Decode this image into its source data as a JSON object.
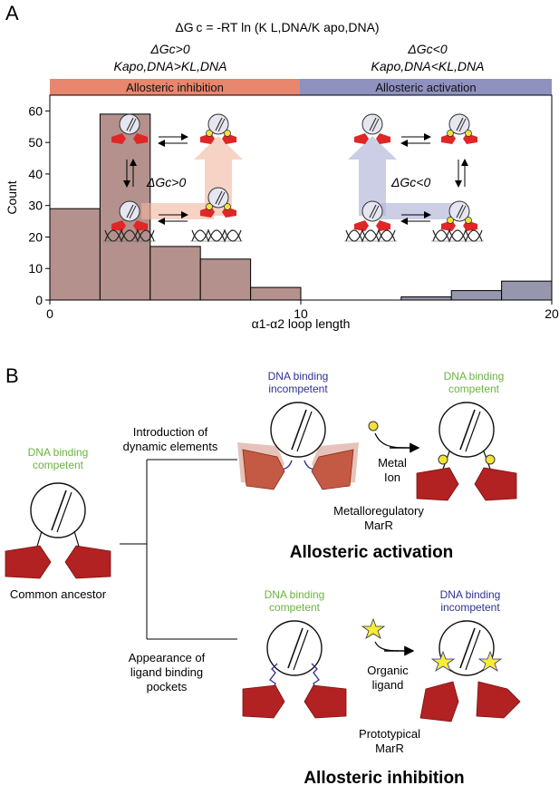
{
  "panel_a": {
    "label": "A",
    "formula": "ΔG c = -RT ln (K L,DNA/K apo,DNA)",
    "left_condition": {
      "line1": "ΔGc>0",
      "line2": "Kapo,DNA>KL,DNA"
    },
    "right_condition": {
      "line1": "ΔGc<0",
      "line2": "Kapo,DNA<KL,DNA"
    },
    "bands": {
      "inhibition": "Allosteric inhibition",
      "activation": "Allosteric activation"
    },
    "colors": {
      "inhibition_band": "#e8866e",
      "activation_band": "#8f91bf",
      "inhibition_bars": "#b4918c",
      "activation_bars": "#9697ac"
    },
    "inset_left_label": "ΔGc>0",
    "inset_right_label": "ΔGc<0"
  },
  "chart_data": {
    "type": "bar",
    "xlabel": "α1-α2 loop length",
    "ylabel": "Count",
    "xlim": [
      0,
      20
    ],
    "ylim": [
      0,
      65
    ],
    "xticks": [
      0,
      10,
      20
    ],
    "yticks": [
      0,
      10,
      20,
      30,
      40,
      50,
      60
    ],
    "bins": [
      {
        "x0": 0,
        "x1": 2,
        "value": 29,
        "group": "inhibition"
      },
      {
        "x0": 2,
        "x1": 4,
        "value": 59,
        "group": "inhibition"
      },
      {
        "x0": 4,
        "x1": 6,
        "value": 17,
        "group": "inhibition"
      },
      {
        "x0": 6,
        "x1": 8,
        "value": 13,
        "group": "inhibition"
      },
      {
        "x0": 8,
        "x1": 10,
        "value": 4,
        "group": "inhibition"
      },
      {
        "x0": 14,
        "x1": 16,
        "value": 1,
        "group": "activation"
      },
      {
        "x0": 16,
        "x1": 18,
        "value": 3,
        "group": "activation"
      },
      {
        "x0": 18,
        "x1": 20,
        "value": 6,
        "group": "activation"
      }
    ]
  },
  "panel_b": {
    "label": "B",
    "ancestor": {
      "state": "DNA binding\ncompetent",
      "name": "Common ancestor"
    },
    "branch_top": "Introduction of\ndynamic elements",
    "branch_bottom": "Appearance of\nligand binding\npockets",
    "activation": {
      "before_state": "DNA binding\nincompetent",
      "after_state": "DNA binding\ncompetent",
      "effector": "Metal\nIon",
      "family": "Metalloregulatory\nMarR",
      "title": "Allosteric activation"
    },
    "inhibition": {
      "before_state": "DNA binding\ncompetent",
      "after_state": "DNA binding\nincompetent",
      "effector": "Organic\nligand",
      "family": "Prototypical\nMarR",
      "title": "Allosteric inhibition"
    },
    "colors": {
      "competent": "#6cb33f",
      "incompetent": "#2e3192",
      "domain_red": "#b22222",
      "metal": "#f2e23a",
      "ligand": "#f6ec3a"
    }
  }
}
